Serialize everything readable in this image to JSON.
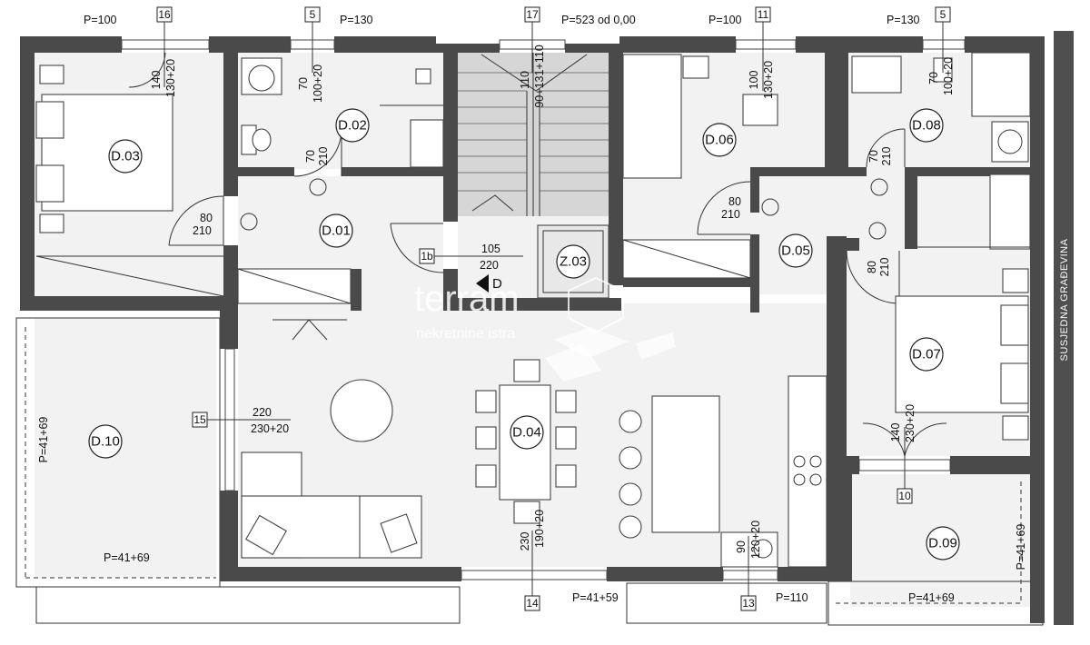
{
  "top_labels": {
    "p1": "P=100",
    "p2": "P=130",
    "p3": "P=523 od 0,00",
    "p4": "P=100",
    "p5": "P=130"
  },
  "box_numbers": {
    "b16": "16",
    "b5a": "5",
    "b17": "17",
    "b11": "11",
    "b5b": "5",
    "b1b": "1b",
    "b15": "15",
    "b10": "10",
    "b14": "14",
    "b13": "13"
  },
  "rooms": {
    "d01": "D.01",
    "d02": "D.02",
    "d03": "D.03",
    "d04": "D.04",
    "d05": "D.05",
    "d06": "D.06",
    "d07": "D.07",
    "d08": "D.08",
    "d09": "D.09",
    "d10": "D.10",
    "z03": "Z.03"
  },
  "dims": {
    "w16a": "140",
    "w16b": "130+20",
    "w5a1": "70",
    "w5a2": "100+20",
    "w17a": "110",
    "w17b": "90+131+110",
    "w11a": "100",
    "w11b": "130+20",
    "w5b1": "70",
    "w5b2": "100+20",
    "dd02a": "70",
    "dd02b": "210",
    "dd08a": "70",
    "dd08b": "210",
    "dd03a": "80",
    "dd03b": "210",
    "dd06a": "80",
    "dd06b": "210",
    "dd07a": "80",
    "dd07b": "210",
    "dent1": "105",
    "dent2": "220",
    "dent_mark": "D",
    "d15a": "220",
    "d15b": "230+20",
    "d14a": "230",
    "d14b": "190+20",
    "d13a": "90",
    "d13b": "120+20",
    "d10a": "140",
    "d10b": "230+20",
    "left_terrace": "P=41+69",
    "left_terrace_bottom": "P=41+69",
    "right_terrace_side": "P=41+69",
    "right_terrace_bottom": "P=41+69",
    "bottom_mid": "P=41+59",
    "bottom_right": "P=110"
  },
  "side_strip": "SUSJEDNA GRAĐEVINA",
  "watermark": {
    "brand": "terram",
    "sub": "nekretnine istra"
  },
  "colors": {
    "wall": "#4a4a4a",
    "floor": "#f2f2f2",
    "side_strip": "#4f4f4f"
  }
}
